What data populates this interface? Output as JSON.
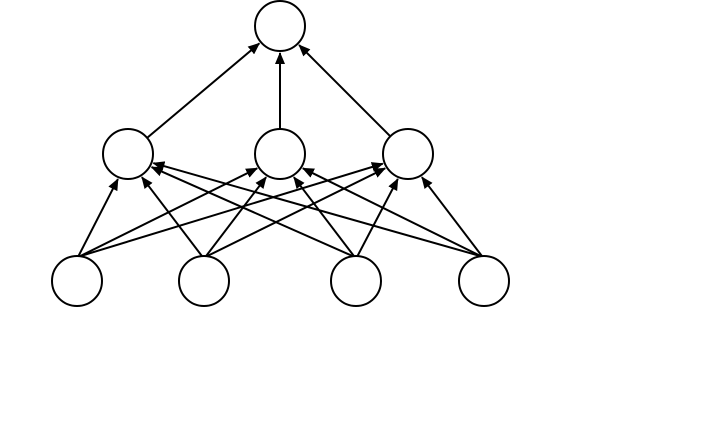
{
  "diagram": {
    "type": "feedforward-network",
    "stroke_color": "#000000",
    "fill_color": "#ffffff",
    "layers": {
      "input": {
        "node_count": 4
      },
      "hidden": {
        "node_count": 3
      },
      "output": {
        "node_count": 1
      }
    },
    "edges": [
      {
        "from": "input-1",
        "to": "hidden-1"
      },
      {
        "from": "input-1",
        "to": "hidden-2"
      },
      {
        "from": "input-1",
        "to": "hidden-3"
      },
      {
        "from": "input-2",
        "to": "hidden-1"
      },
      {
        "from": "input-2",
        "to": "hidden-2"
      },
      {
        "from": "input-2",
        "to": "hidden-3"
      },
      {
        "from": "input-3",
        "to": "hidden-1"
      },
      {
        "from": "input-3",
        "to": "hidden-2"
      },
      {
        "from": "input-3",
        "to": "hidden-3"
      },
      {
        "from": "input-4",
        "to": "hidden-1"
      },
      {
        "from": "input-4",
        "to": "hidden-2"
      },
      {
        "from": "input-4",
        "to": "hidden-3"
      },
      {
        "from": "hidden-1",
        "to": "output-1"
      },
      {
        "from": "hidden-2",
        "to": "output-1"
      },
      {
        "from": "hidden-3",
        "to": "output-1"
      }
    ]
  }
}
